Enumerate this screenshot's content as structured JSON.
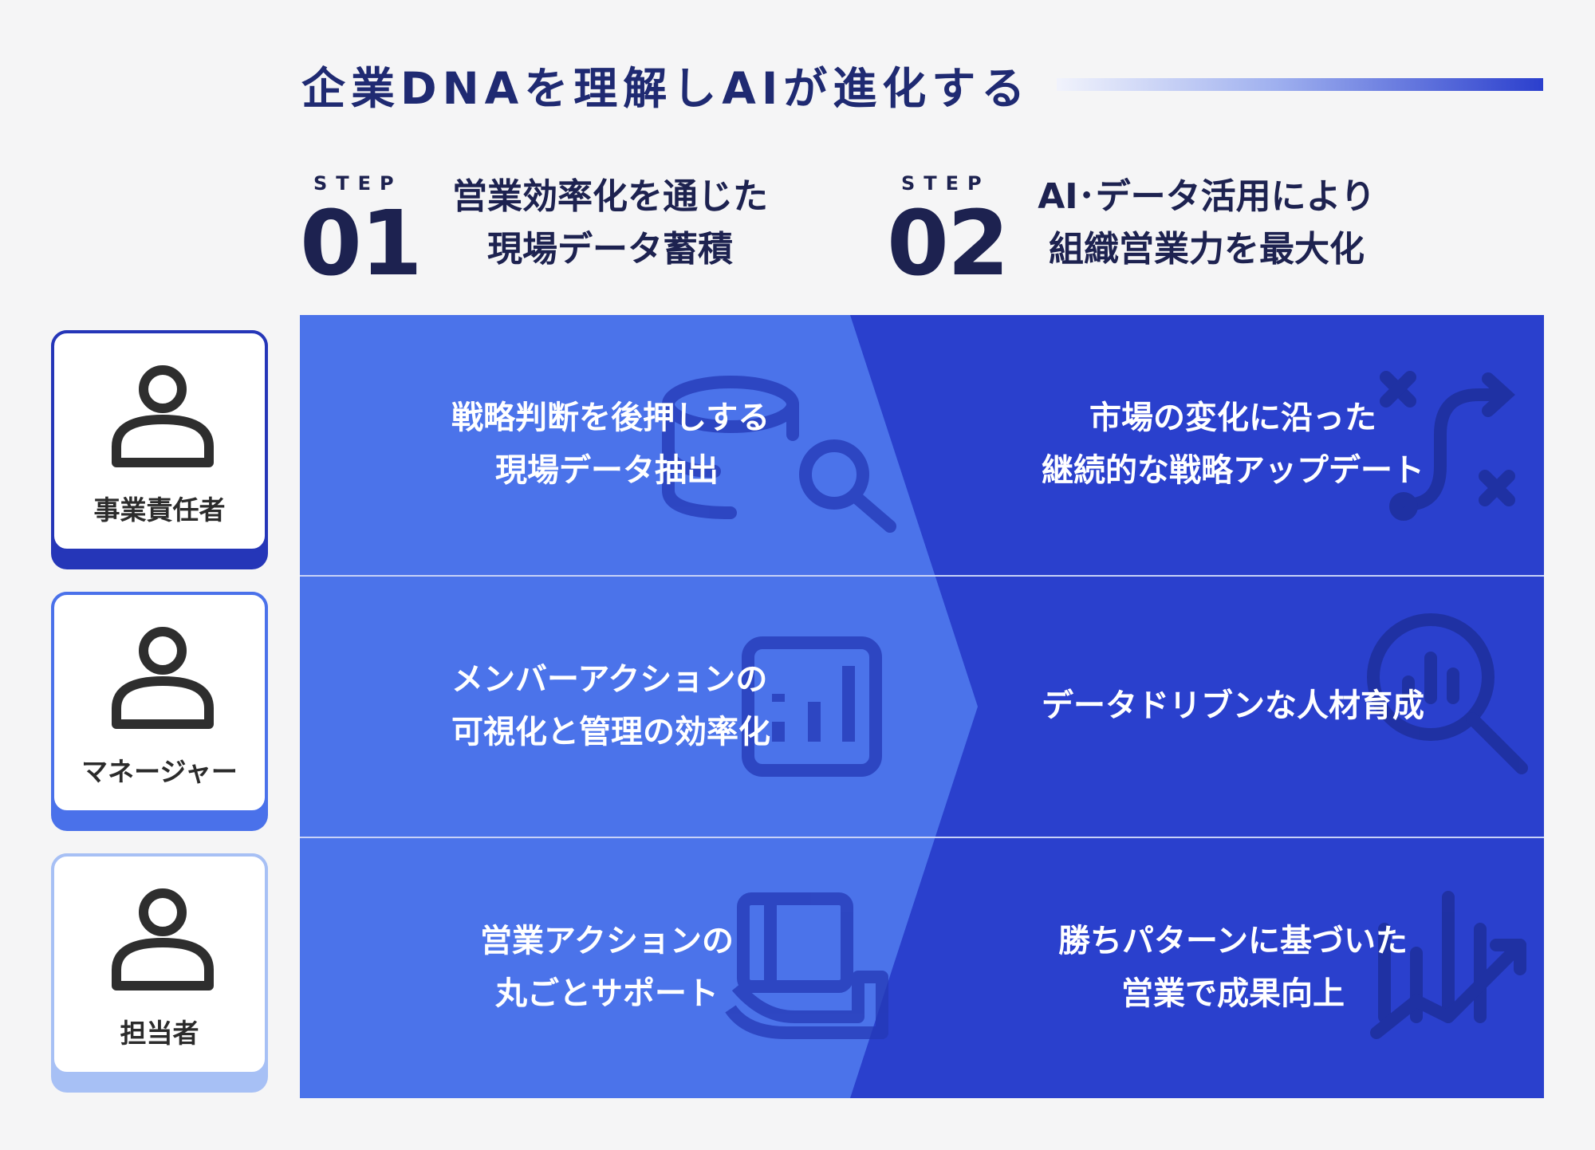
{
  "title": "企業DNAを理解しAIが進化する",
  "colors": {
    "step1_fill": "#4b73ea",
    "step2_fill": "#2a40cd",
    "navy": "#1d2250",
    "card_exec": "#2536b8",
    "card_manager": "#4a71ea",
    "card_staff": "#a7c0f5"
  },
  "steps": [
    {
      "label": "STEP",
      "number": "01",
      "desc": [
        "営業効率化を通じた",
        "現場データ蓄積"
      ]
    },
    {
      "label": "STEP",
      "number": "02",
      "desc": [
        "AI･データ活用により",
        "組織営業力を最大化"
      ]
    }
  ],
  "roles": [
    {
      "label": "事業責任者",
      "icon": "person-icon"
    },
    {
      "label": "マネージャー",
      "icon": "person-icon"
    },
    {
      "label": "担当者",
      "icon": "person-icon"
    }
  ],
  "rows": [
    {
      "step1": [
        "戦略判断を後押しする",
        "現場データ抽出"
      ],
      "step1_icon": "database-search-icon",
      "step2": [
        "市場の変化に沿った",
        "継続的な戦略アップデート"
      ],
      "step2_icon": "strategy-path-icon"
    },
    {
      "step1": [
        "メンバーアクションの",
        "可視化と管理の効率化"
      ],
      "step1_icon": "bar-chart-icon",
      "step2": [
        "データドリブンな人材育成"
      ],
      "step2_icon": "chart-magnifier-icon"
    },
    {
      "step1": [
        "営業アクションの",
        "丸ごとサポート"
      ],
      "step1_icon": "hand-support-icon",
      "step2": [
        "勝ちパターンに基づいた",
        "営業で成果向上"
      ],
      "step2_icon": "growth-chart-icon"
    }
  ]
}
